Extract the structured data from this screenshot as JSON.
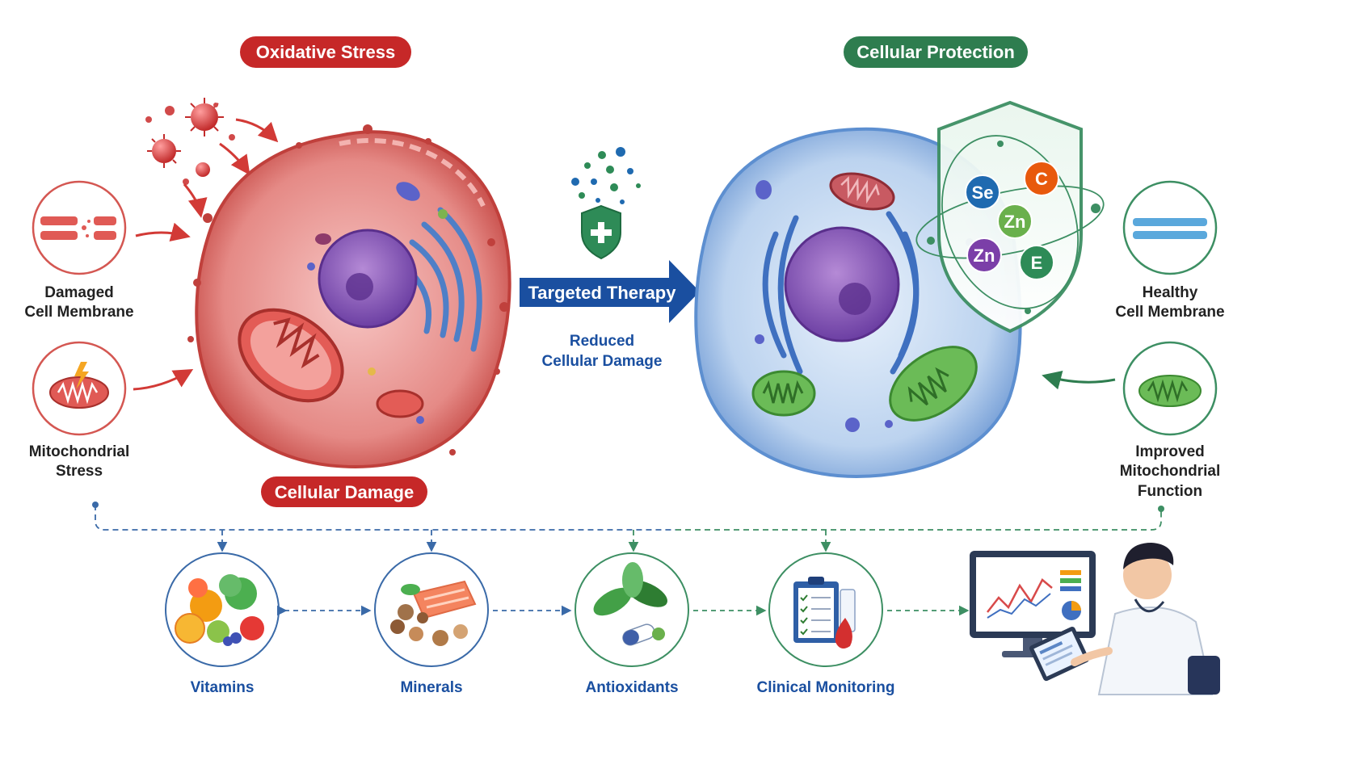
{
  "headers": {
    "oxidative_stress": "Oxidative Stress",
    "cellular_protection": "Cellular Protection",
    "cellular_damage": "Cellular Damage"
  },
  "left_panel": {
    "damaged_membrane": [
      "Damaged",
      "Cell Membrane"
    ],
    "mito_stress": [
      "Mitochondrial",
      "Stress"
    ]
  },
  "right_panel": {
    "healthy_membrane": [
      "Healthy",
      "Cell Membrane"
    ],
    "improved_mito": [
      "Improved",
      "Mitochondrial",
      "Function"
    ]
  },
  "center": {
    "therapy_label": "Targeted Therapy",
    "reduced_damage": [
      "Reduced",
      "Cellular Damage"
    ]
  },
  "nutrients": [
    "Se",
    "C",
    "Zn",
    "Zn",
    "E"
  ],
  "bottom_items": [
    "Vitamins",
    "Minerals",
    "Antioxidants",
    "Clinical Monitoring"
  ],
  "colors": {
    "red": "#c62828",
    "green": "#2e7d4f",
    "blue": "#1a4fa0",
    "dark": "#222222"
  }
}
